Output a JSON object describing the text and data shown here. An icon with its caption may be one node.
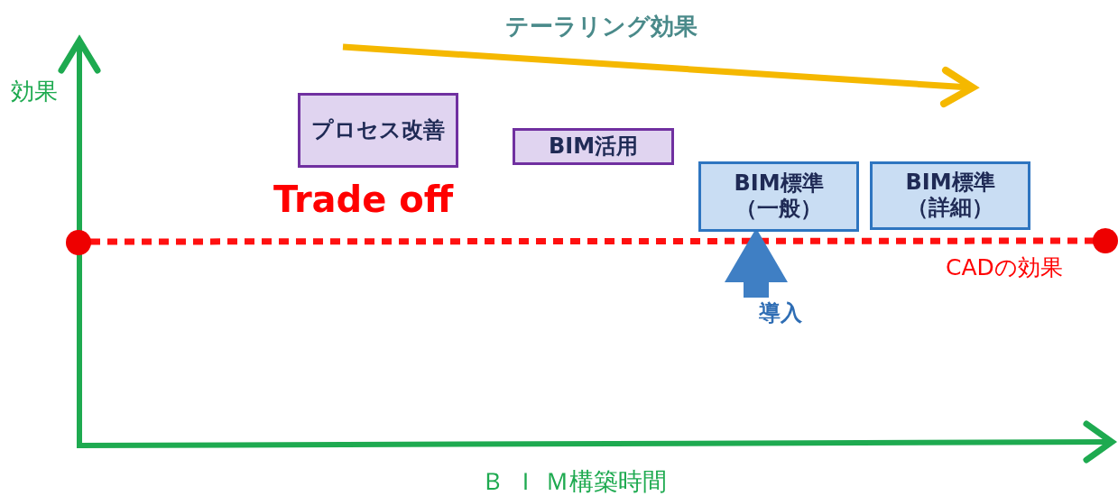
{
  "diagram": {
    "nodes": [
      {
        "text": [
          "プロセス改善"
        ]
      },
      {
        "text": [
          "BIM活用"
        ]
      },
      {
        "text": [
          "BIM標準（一般）"
        ]
      },
      {
        "text": [
          "BIM標準（詳細）"
        ]
      },
      {
        "text": [
          "導入"
        ]
      }
    ],
    "edges": [
      {
        "from": 4,
        "to": 2,
        "arrow": "to",
        "color": "#3f7fc4"
      }
    ],
    "labels": [
      "テーラリング効果",
      "効果",
      "Trade off",
      "CADの効果",
      "Ｂ Ｉ Ｍ構築時間"
    ]
  }
}
